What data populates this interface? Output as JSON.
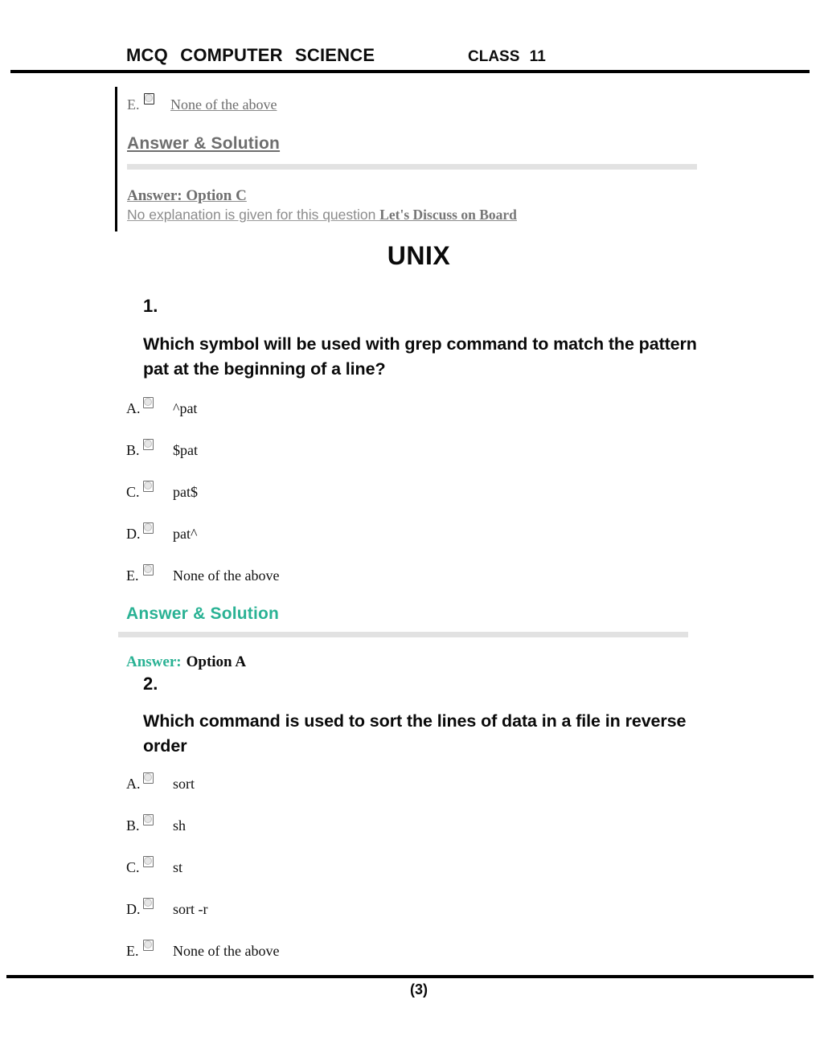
{
  "header": {
    "title": "MCQ COMPUTER SCIENCE",
    "class_label": "CLASS 11"
  },
  "previous_block": {
    "option_label": "E.",
    "option_text": "None of the above",
    "heading": "Answer & Solution",
    "answer_text": "Answer: Option C",
    "explanation_text": "No explanation is given for this question ",
    "discuss_link_text": "Let's Discuss on Board"
  },
  "section_title": "UNIX",
  "questions": [
    {
      "number": "1.",
      "text": "Which symbol will be used with grep command to match the pattern pat at the beginning of a line?",
      "options": [
        {
          "label": "A.",
          "text": "^pat"
        },
        {
          "label": "B.",
          "text": "$pat"
        },
        {
          "label": "C.",
          "text": "pat$"
        },
        {
          "label": "D.",
          "text": "pat^"
        },
        {
          "label": "E.",
          "text": "None of the above"
        }
      ],
      "solution_heading": "Answer & Solution",
      "answer_label": "Answer:",
      "answer_value": "Option A"
    },
    {
      "number": "2.",
      "text": "Which command is used to sort the lines of data in a file in reverse order",
      "options": [
        {
          "label": "A.",
          "text": "sort"
        },
        {
          "label": "B.",
          "text": "sh"
        },
        {
          "label": "C.",
          "text": "st"
        },
        {
          "label": "D.",
          "text": "sort -r"
        },
        {
          "label": "E.",
          "text": "None of the above"
        }
      ]
    }
  ],
  "footer": {
    "page_number": "(3)"
  },
  "colors": {
    "accent_teal": "#2ab294",
    "muted_gray_text": "#6e6e6e",
    "divider_gray": "#e2e2e2",
    "rule_black": "#000000"
  },
  "icons": {
    "option_marker": "broken-image-icon"
  }
}
